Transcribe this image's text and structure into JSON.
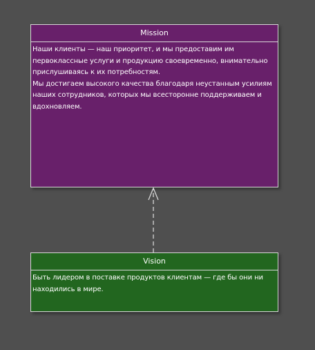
{
  "mission": {
    "title": "Mission",
    "paragraphs": [
      "Наши клиенты — наш приоритет, и мы предоставим им первоклассные услуги и продукцию своевременно, внимательно прислушиваясь к их потребностям.",
      "Мы достигаем высокого качества благодаря неустанным усилиям наших сотрудников, которых мы всесторонне поддерживаем и вдохновляем."
    ],
    "fill_color": "#68206a"
  },
  "vision": {
    "title": "Vision",
    "paragraphs": [
      "Быть лидером в поставке продуктов клиентам — где бы они ни находились в мире."
    ],
    "fill_color": "#22661f"
  },
  "connector": {
    "style": "dashed",
    "arrowhead": "open-arrow",
    "direction": "vision-to-mission",
    "color": "#d8d8d8"
  },
  "canvas_background": "#4f4f4f"
}
